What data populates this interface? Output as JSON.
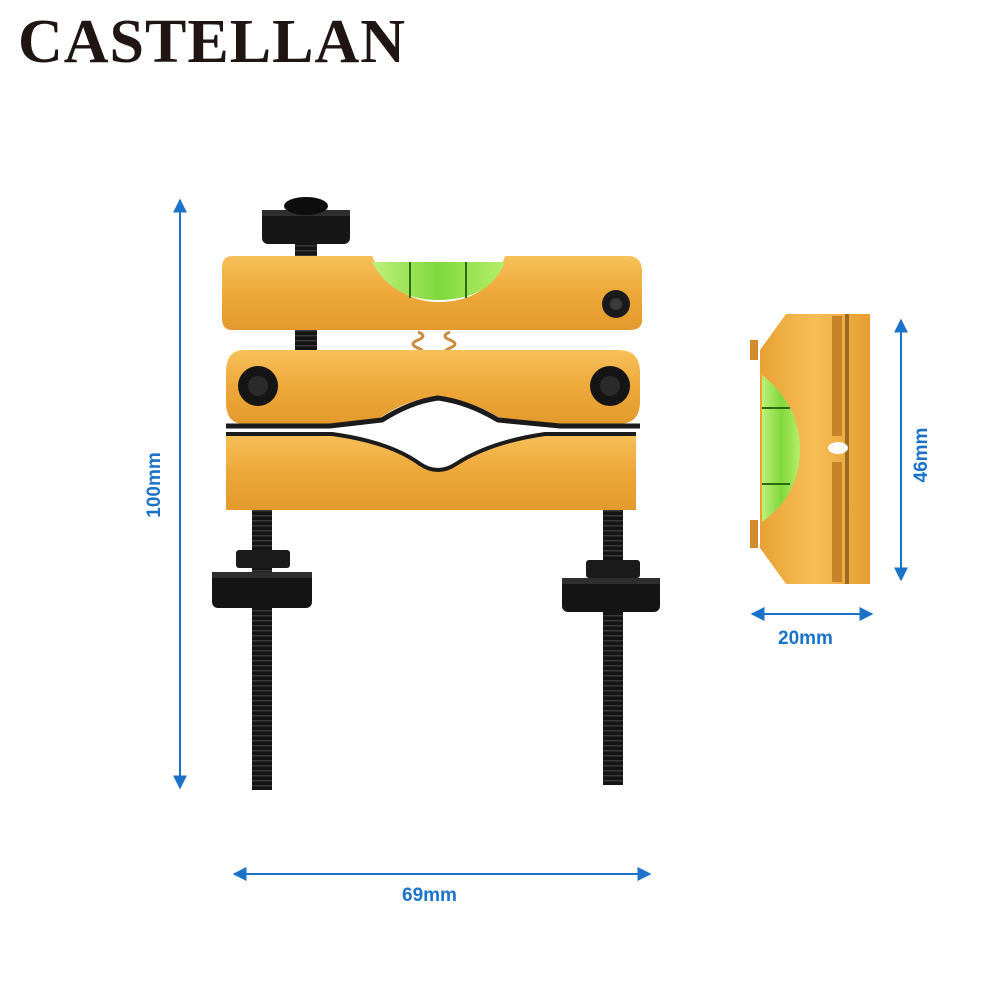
{
  "brand": {
    "name": "CASTELLAN"
  },
  "dimensions": {
    "height_main": "100mm",
    "width_main": "69mm",
    "height_side": "46mm",
    "width_side": "20mm"
  },
  "colors": {
    "dimension": "#1a73c9",
    "gold": "#f0ac3a",
    "bubble": "#8fe24a",
    "steel": "#111111"
  },
  "icons": [
    "leveler-clamp-front",
    "leveler-side-view",
    "bubble-vial"
  ]
}
